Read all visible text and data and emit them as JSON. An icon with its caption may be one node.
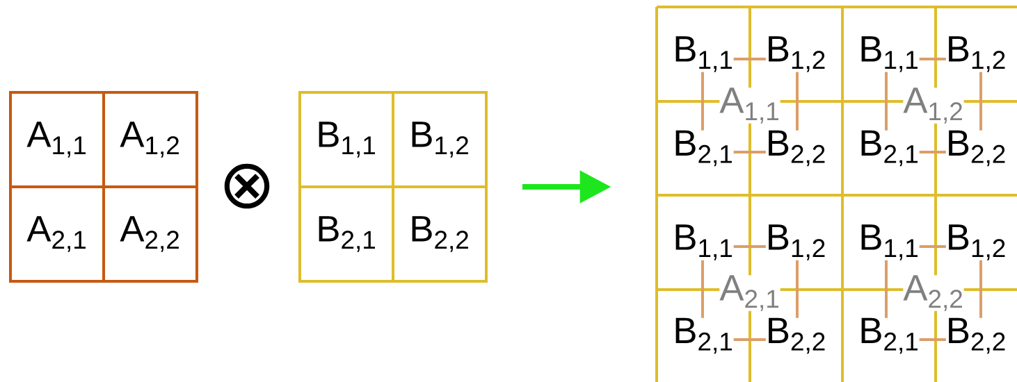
{
  "diagram": {
    "nodes": [
      {
        "text": [],
        "shape": "box"
      },
      {
        "text": [
          "A$_{1,1}$"
        ],
        "in": 0
      },
      {
        "text": [
          "A$_{1,2}$"
        ],
        "in": 0
      },
      {
        "text": [
          "A$_{2,1}$"
        ],
        "in": 0
      },
      {
        "text": [
          "A$_{2,2}$"
        ],
        "in": 0
      },
      {
        "text": [],
        "shape": "box"
      },
      {
        "text": [
          "B$_{1,1}$"
        ],
        "in": 5
      },
      {
        "text": [
          "B$_{1,2}$"
        ],
        "in": 5
      },
      {
        "text": [
          "B$_{2,1}$"
        ],
        "in": 5
      },
      {
        "text": [
          "B$_{2,2}$"
        ],
        "in": 5
      },
      {
        "text": [],
        "shape": "box"
      },
      {
        "text": [
          "B$_{1,1}$"
        ],
        "in": 10
      },
      {
        "text": [
          "B$_{1,2}$"
        ],
        "in": 10
      },
      {
        "text": [
          "B$_{1,1}$"
        ],
        "in": 10
      },
      {
        "text": [
          "B$_{1,2}$"
        ],
        "in": 10
      },
      {
        "text": [
          "B$_{2,1}$"
        ],
        "in": 10
      },
      {
        "text": [
          "B$_{2,2}$"
        ],
        "in": 10
      },
      {
        "text": [
          "B$_{2,1}$"
        ],
        "in": 10
      },
      {
        "text": [
          "B$_{2,2}$"
        ],
        "in": 10
      },
      {
        "text": [
          "B$_{1,1}$"
        ],
        "in": 10
      },
      {
        "text": [
          "B$_{1,2}$"
        ],
        "in": 10
      },
      {
        "text": [
          "B$_{1,1}$"
        ],
        "in": 10
      },
      {
        "text": [
          "B$_{1,2}$"
        ],
        "in": 10
      },
      {
        "text": [
          "B$_{2,1}$"
        ],
        "in": 10
      },
      {
        "text": [
          "B$_{2,2}$"
        ],
        "in": 10
      },
      {
        "text": [
          "B$_{2,1}$"
        ],
        "in": 10
      },
      {
        "text": [
          "B$_{2,2}$"
        ],
        "in": 10
      },
      {
        "text": [
          "A$_{1,1}$"
        ],
        "in": 10
      },
      {
        "text": [
          "A$_{1,2}$"
        ],
        "in": 10
      },
      {
        "text": [
          "A$_{2,1}$"
        ],
        "in": 10
      },
      {
        "text": [
          "A$_{2,2}$"
        ],
        "in": 10
      }
    ],
    "edges": [
      {
        "from": 5,
        "to": 10,
        "arrow": "to",
        "color": "#1ee61e"
      }
    ],
    "labels": [
      "⊗"
    ]
  }
}
